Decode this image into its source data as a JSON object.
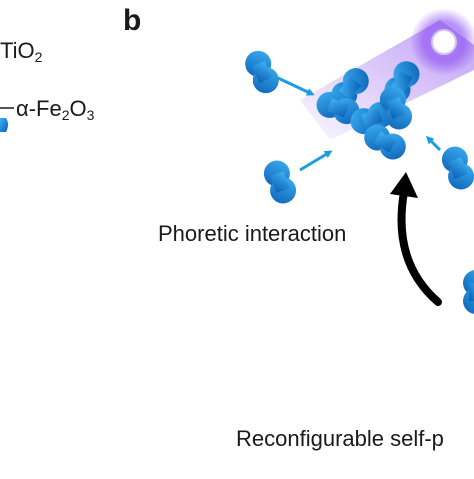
{
  "panel": {
    "letter": "b"
  },
  "materials": {
    "tio2": {
      "prefix": "Ti",
      "o": "O",
      "o_sub": "2"
    },
    "fe2o3": {
      "prefix": "α-Fe",
      "fe_sub": "2",
      "o": "O",
      "o_sub": "3"
    }
  },
  "labels": {
    "phoretic": "Phoretic interaction",
    "reconfigurable": "Reconfigurable self-p"
  },
  "colors": {
    "particle_dark": "#0a5fb4",
    "particle_light": "#2ea0ea",
    "arrow": "#1b9ee0",
    "light_glow": "#8a4cf0",
    "curve_arrow": "#000000"
  },
  "icons": [
    "light-source-icon",
    "curved-arrow-icon",
    "motion-arrow-icon"
  ]
}
